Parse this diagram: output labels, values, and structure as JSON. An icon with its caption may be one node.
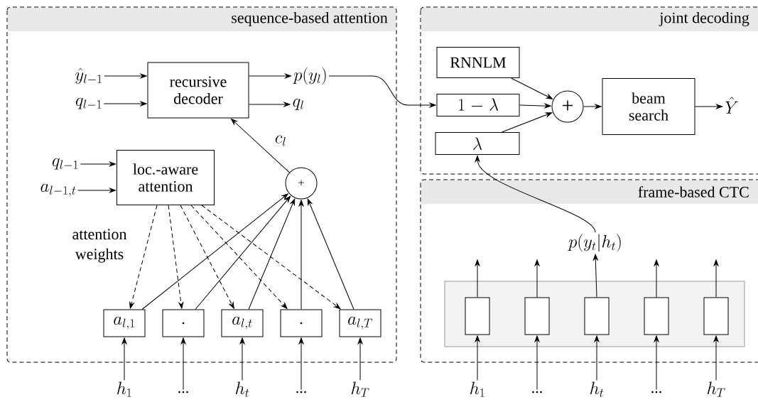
{
  "diagram": {
    "nodes": [
      {
        "text": [
          "sequence-based attention"
        ]
      },
      {
        "text": [
          "\\hat{y}_{l-1}"
        ],
        "in": 0
      },
      {
        "text": [
          "q_{l-1}"
        ],
        "in": 0
      },
      {
        "text": [
          "recursive decoder"
        ],
        "in": 0
      },
      {
        "text": [
          "p(y_l)"
        ],
        "in": 0
      },
      {
        "text": [
          "q_l"
        ],
        "in": 0
      },
      {
        "text": [
          "q_{l-1}"
        ],
        "in": 0
      },
      {
        "text": [
          "a_{l-1,t}"
        ],
        "in": 0
      },
      {
        "text": [
          "loc.-aware attention"
        ],
        "in": 0
      },
      {
        "text": [
          "+"
        ],
        "in": 0
      },
      {
        "text": [
          "a_{l,1}"
        ],
        "in": 0
      },
      {
        "text": [
          "."
        ],
        "in": 0
      },
      {
        "text": [
          "a_{l,t}"
        ],
        "in": 0
      },
      {
        "text": [
          "."
        ],
        "in": 0
      },
      {
        "text": [
          "a_{l,T}"
        ],
        "in": 0
      },
      {
        "text": [
          "h_1"
        ]
      },
      {
        "text": [
          "..."
        ]
      },
      {
        "text": [
          "h_t"
        ]
      },
      {
        "text": [
          "..."
        ]
      },
      {
        "text": [
          "h_T"
        ]
      },
      {
        "text": [
          "joint decoding"
        ]
      },
      {
        "text": [
          "RNNLM"
        ],
        "in": 20
      },
      {
        "text": [
          "1-\\lambda"
        ],
        "in": 20
      },
      {
        "text": [
          "\\lambda"
        ],
        "in": 20
      },
      {
        "text": [
          "+"
        ],
        "in": 20
      },
      {
        "text": [
          "beam search"
        ],
        "in": 20
      },
      {
        "text": [
          "\\hat{Y}"
        ],
        "in": 20
      },
      {
        "text": [
          "frame-based CTC"
        ]
      },
      {
        "text": [
          "p(y_t|h_t)"
        ],
        "in": 27
      },
      {
        "text": [],
        "shape": "box",
        "in": 27
      },
      {
        "text": [],
        "shape": "box",
        "in": 29
      },
      {
        "text": [],
        "shape": "box",
        "in": 29
      },
      {
        "text": [],
        "shape": "box",
        "in": 29
      },
      {
        "text": [],
        "shape": "box",
        "in": 29
      },
      {
        "text": [],
        "shape": "box",
        "in": 29
      },
      {
        "text": [
          "h_1"
        ]
      },
      {
        "text": [
          "..."
        ]
      },
      {
        "text": [
          "h_t"
        ]
      },
      {
        "text": [
          "..."
        ]
      },
      {
        "text": [
          "h_T"
        ]
      }
    ],
    "edges": [
      {
        "from": 1,
        "to": 3,
        "arrow": "to"
      },
      {
        "from": 2,
        "to": 3,
        "arrow": "to"
      },
      {
        "from": 3,
        "to": 4,
        "arrow": "to"
      },
      {
        "from": 3,
        "to": 5,
        "arrow": "to"
      },
      {
        "from": 6,
        "to": 8,
        "arrow": "to"
      },
      {
        "from": 7,
        "to": 8,
        "arrow": "to"
      },
      {
        "from": 9,
        "to": 3,
        "arrow": "to",
        "label": "c_l"
      },
      {
        "from": 8,
        "to": 10,
        "arrow": "to",
        "style": "dashed"
      },
      {
        "from": 8,
        "to": 11,
        "arrow": "to",
        "style": "dashed"
      },
      {
        "from": 8,
        "to": 12,
        "arrow": "to",
        "style": "dashed"
      },
      {
        "from": 8,
        "to": 13,
        "arrow": "to",
        "style": "dashed"
      },
      {
        "from": 8,
        "to": 14,
        "arrow": "to",
        "style": "dashed"
      },
      {
        "from": 10,
        "to": 9,
        "arrow": "to"
      },
      {
        "from": 11,
        "to": 9,
        "arrow": "to"
      },
      {
        "from": 12,
        "to": 9,
        "arrow": "to"
      },
      {
        "from": 13,
        "to": 9,
        "arrow": "to"
      },
      {
        "from": 14,
        "to": 9,
        "arrow": "to"
      },
      {
        "from": 15,
        "to": 10,
        "arrow": "to"
      },
      {
        "from": 16,
        "to": 11,
        "arrow": "to"
      },
      {
        "from": 17,
        "to": 12,
        "arrow": "to"
      },
      {
        "from": 18,
        "to": 13,
        "arrow": "to"
      },
      {
        "from": 19,
        "to": 14,
        "arrow": "to"
      },
      {
        "from": 4,
        "to": 22,
        "arrow": "to"
      },
      {
        "from": 21,
        "to": 24,
        "arrow": "to"
      },
      {
        "from": 22,
        "to": 24,
        "arrow": "to"
      },
      {
        "from": 23,
        "to": 24,
        "arrow": "to"
      },
      {
        "from": 24,
        "to": 25,
        "arrow": "to"
      },
      {
        "from": 25,
        "to": 26,
        "arrow": "to"
      },
      {
        "from": 28,
        "to": 23,
        "arrow": "to"
      },
      {
        "from": 30,
        "to": null,
        "arrow": "to"
      },
      {
        "from": 31,
        "to": null,
        "arrow": "to"
      },
      {
        "from": 32,
        "to": 28,
        "arrow": "to"
      },
      {
        "from": 33,
        "to": null,
        "arrow": "to"
      },
      {
        "from": 34,
        "to": null,
        "arrow": "to"
      },
      {
        "from": 35,
        "to": 30,
        "arrow": "to"
      },
      {
        "from": 36,
        "to": 31,
        "arrow": "to"
      },
      {
        "from": 37,
        "to": 32,
        "arrow": "to"
      },
      {
        "from": 38,
        "to": 33,
        "arrow": "to"
      },
      {
        "from": 39,
        "to": 34,
        "arrow": "to"
      }
    ],
    "labels": [
      "attention weights"
    ]
  }
}
